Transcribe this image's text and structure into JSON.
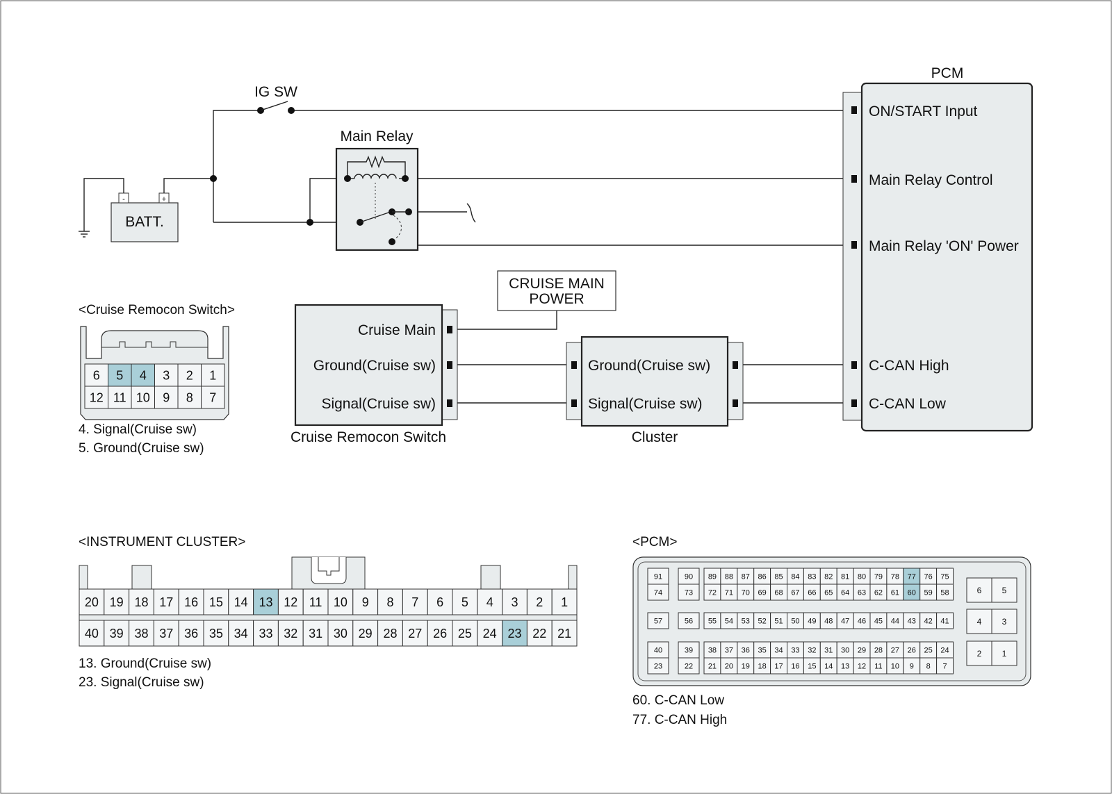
{
  "colors": {
    "module_fill": "#e8eced",
    "pin_highlight": "#a9cfd8",
    "line": "#222222"
  },
  "circuit": {
    "ig_sw": "IG SW",
    "main_relay": "Main Relay",
    "battery": "BATT.",
    "battery_neg": "-",
    "battery_pos": "+",
    "cruise_main_power": [
      "CRUISE MAIN",
      "POWER"
    ]
  },
  "pcm": {
    "title": "PCM",
    "ports": [
      "ON/START Input",
      "Main Relay Control",
      "Main Relay 'ON' Power",
      "C-CAN High",
      "C-CAN Low"
    ]
  },
  "cruise_switch": {
    "caption": "Cruise Remocon Switch",
    "ports": [
      "Cruise Main",
      "Ground(Cruise sw)",
      "Signal(Cruise sw)"
    ]
  },
  "cluster": {
    "caption": "Cluster",
    "ports": [
      "Ground(Cruise sw)",
      "Signal(Cruise sw)"
    ]
  },
  "connectors": {
    "cruise": {
      "title": "<Cruise Remocon Switch>",
      "top_row": [
        "6",
        "5",
        "4",
        "3",
        "2",
        "1"
      ],
      "bottom_row": [
        "12",
        "11",
        "10",
        "9",
        "8",
        "7"
      ],
      "highlighted": [
        "5",
        "4"
      ],
      "notes": [
        "4. Signal(Cruise sw)",
        "5. Ground(Cruise sw)"
      ]
    },
    "instrument_cluster": {
      "title": "<INSTRUMENT CLUSTER>",
      "top_row": [
        "20",
        "19",
        "18",
        "17",
        "16",
        "15",
        "14",
        "13",
        "12",
        "11",
        "10",
        "9",
        "8",
        "7",
        "6",
        "5",
        "4",
        "3",
        "2",
        "1"
      ],
      "bottom_row": [
        "40",
        "39",
        "38",
        "37",
        "36",
        "35",
        "34",
        "33",
        "32",
        "31",
        "30",
        "29",
        "28",
        "27",
        "26",
        "25",
        "24",
        "23",
        "22",
        "21"
      ],
      "highlighted": [
        "13",
        "23"
      ],
      "notes": [
        "13. Ground(Cruise sw)",
        "23. Signal(Cruise sw)"
      ]
    },
    "pcm": {
      "title": "<PCM>",
      "block_a": {
        "rows": [
          [
            "89",
            "88",
            "87",
            "86",
            "85",
            "84",
            "83",
            "82",
            "81",
            "80",
            "79",
            "78",
            "77",
            "76",
            "75"
          ],
          [
            "72",
            "71",
            "70",
            "69",
            "68",
            "67",
            "66",
            "65",
            "64",
            "63",
            "62",
            "61",
            "60",
            "59",
            "58"
          ]
        ],
        "singles": [
          [
            "91",
            "74"
          ],
          [
            "90",
            "73"
          ]
        ]
      },
      "block_b": {
        "rows": [
          [
            "55",
            "54",
            "53",
            "52",
            "51",
            "50",
            "49",
            "48",
            "47",
            "46",
            "45",
            "44",
            "43",
            "42",
            "41"
          ]
        ],
        "singles": [
          [
            "57"
          ],
          [
            "56"
          ]
        ]
      },
      "block_c": {
        "rows": [
          [
            "38",
            "37",
            "36",
            "35",
            "34",
            "33",
            "32",
            "31",
            "30",
            "29",
            "28",
            "27",
            "26",
            "25",
            "24"
          ],
          [
            "21",
            "20",
            "19",
            "18",
            "17",
            "16",
            "15",
            "14",
            "13",
            "12",
            "11",
            "10",
            "9",
            "8",
            "7"
          ]
        ],
        "singles": [
          [
            "40",
            "23"
          ],
          [
            "39",
            "22"
          ]
        ]
      },
      "power_pins": [
        [
          "6",
          "5"
        ],
        [
          "4",
          "3"
        ],
        [
          "2",
          "1"
        ]
      ],
      "highlighted": [
        "77",
        "60"
      ],
      "notes": [
        "60. C-CAN Low",
        "77. C-CAN High"
      ]
    }
  }
}
